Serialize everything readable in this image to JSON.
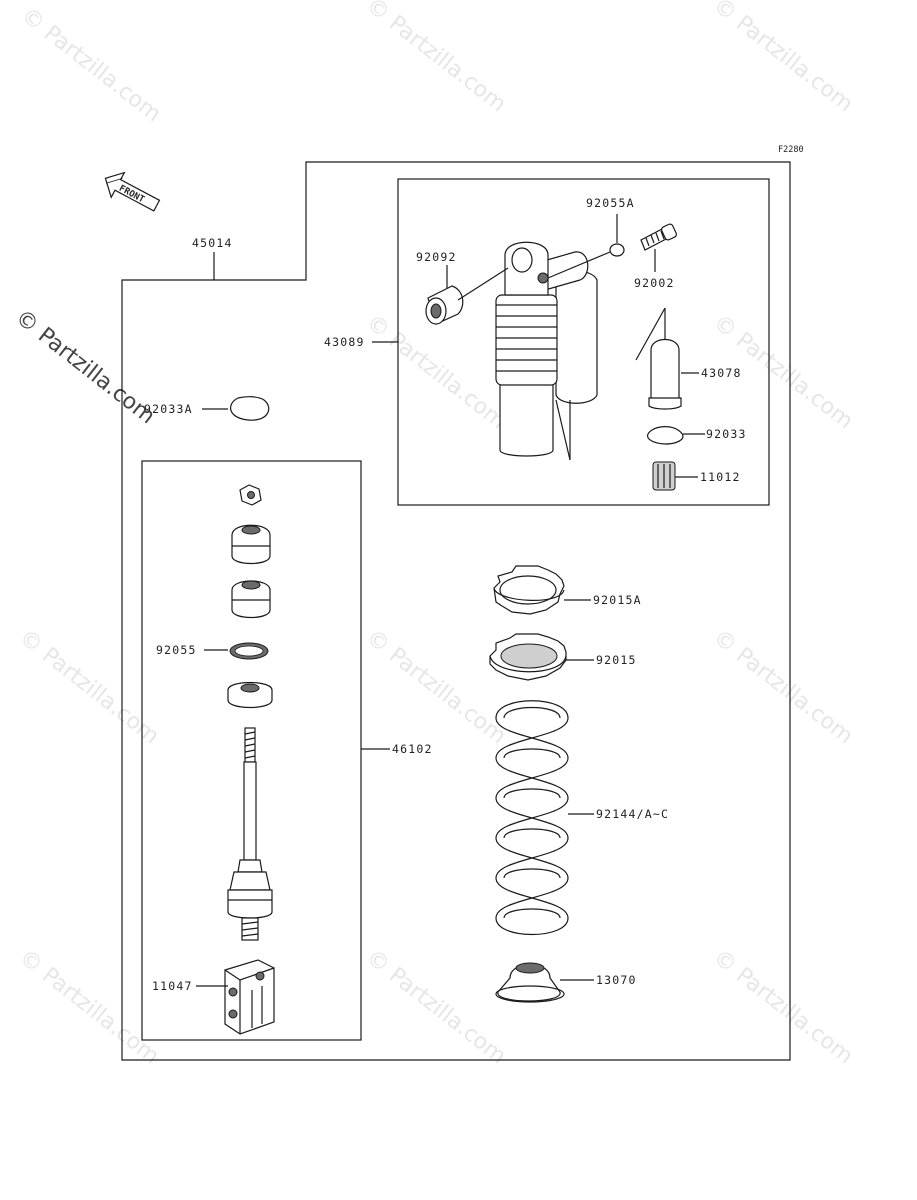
{
  "figure_code": "F2280",
  "front_label": "FRONT",
  "watermark": "© Partzilla.com",
  "parts": {
    "p45014": "45014",
    "p43089": "43089",
    "p92055A": "92055A",
    "p92092": "92092",
    "p92002": "92002",
    "p43078": "43078",
    "p92033": "92033",
    "p11012": "11012",
    "p92033A": "92033A",
    "p92015A": "92015A",
    "p92015": "92015",
    "p92055": "92055",
    "p46102": "46102",
    "p92144": "92144/A~C",
    "p13070": "13070",
    "p11047": "11047"
  }
}
